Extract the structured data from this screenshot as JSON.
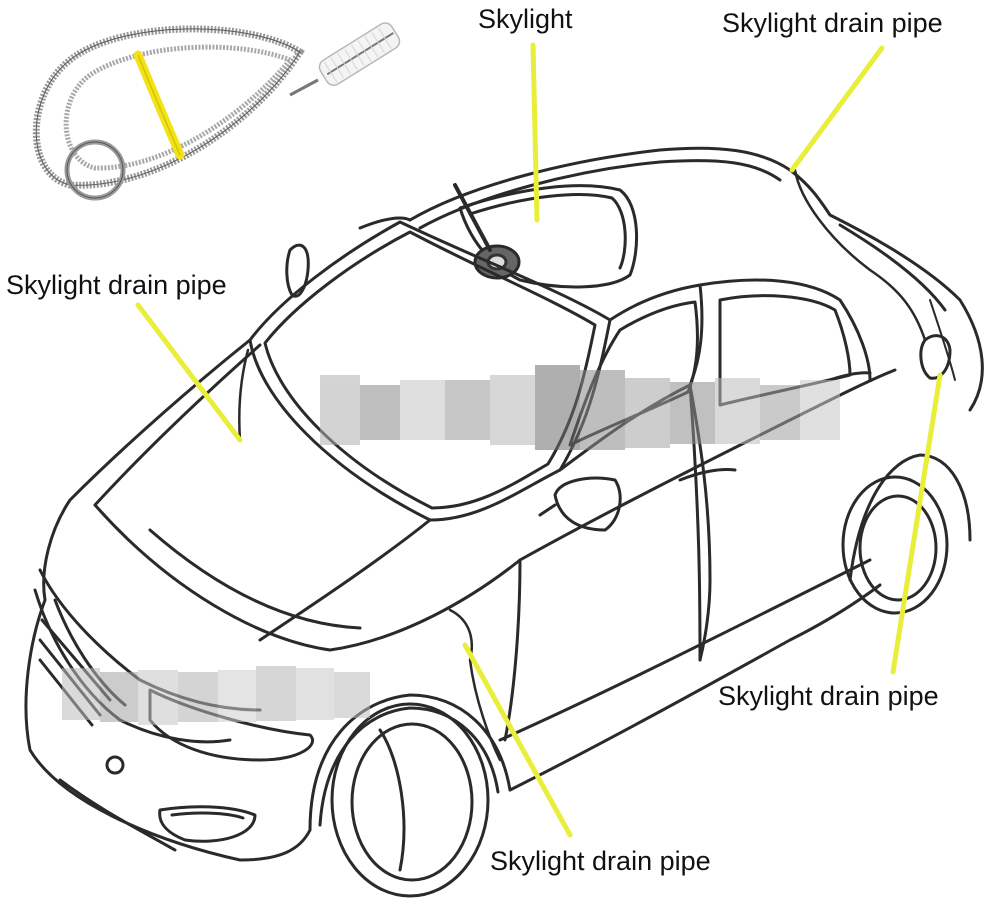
{
  "labels": {
    "skylight": "Skylight",
    "drain_top_right": "Skylight drain pipe",
    "drain_left": "Skylight drain pipe",
    "drain_right_low": "Skylight drain pipe",
    "drain_bottom": "Skylight drain pipe"
  },
  "colors": {
    "leader": "#e8ee3a",
    "outline": "#2a2a2a",
    "spring": "#9a9a9a",
    "band": "#f2e21a",
    "text": "#111111"
  },
  "icons": {
    "tool": "spring-drain-cleaning-brush-icon",
    "car": "sedan-line-drawing"
  }
}
